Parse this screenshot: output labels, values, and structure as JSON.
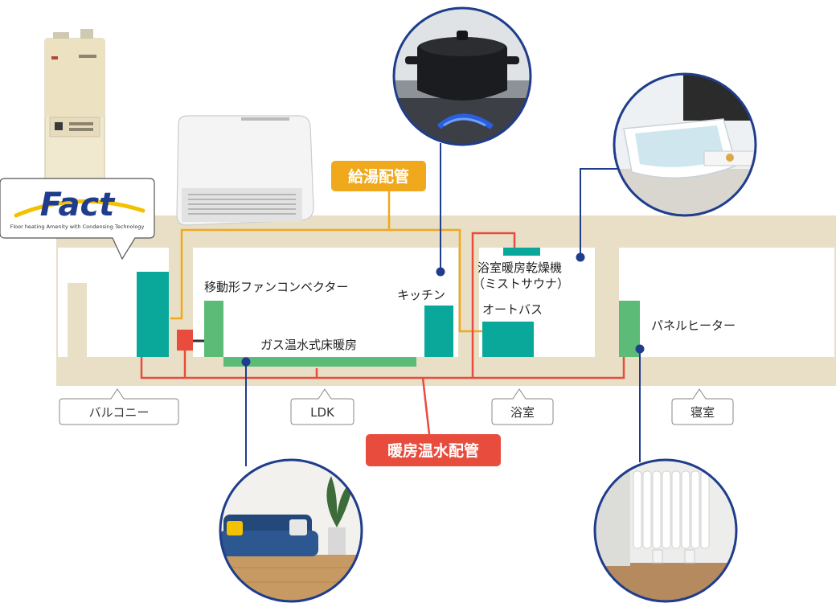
{
  "brand": {
    "logo_text": "Fact",
    "tagline": "Floor heating Amenity with Condensing Technology",
    "color_blue": "#1f3d8c",
    "color_yellow": "#f2c200"
  },
  "pipes": {
    "hot_water": {
      "label": "給湯配管",
      "color": "#f0a81c"
    },
    "heating": {
      "label": "暖房温水配管",
      "color": "#e84c3d"
    }
  },
  "rooms": {
    "balcony": "バルコニー",
    "ldk": "LDK",
    "bathroom": "浴室",
    "bedroom": "寝室"
  },
  "equipment": {
    "fan_convector": "移動形ファンコンベクター",
    "floor_heating": "ガス温水式床暖房",
    "kitchen": "キッチン",
    "bath_dryer_line1": "浴室暖房乾燥機",
    "bath_dryer_line2": "（ミストサウナ）",
    "auto_bath": "オートバス",
    "panel_heater": "パネルヒーター"
  },
  "colors": {
    "wall": "#e8dfc6",
    "teal": "#0aa89a",
    "green": "#5dbb78",
    "red": "#e84c3d",
    "navy": "#1f3d8c"
  }
}
